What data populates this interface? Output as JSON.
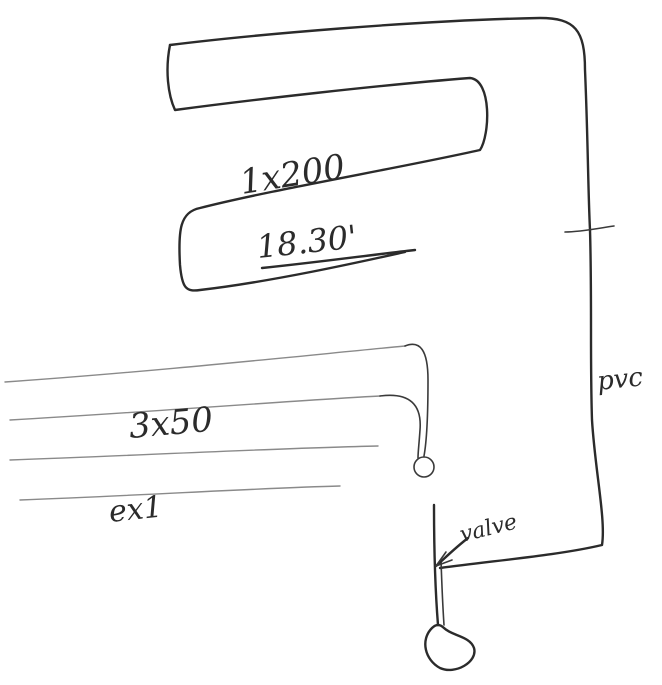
{
  "labels": {
    "panel_size": "1x200",
    "panel_length": "18.30'",
    "pipe_size": "3x50",
    "pipe_note": "ex1",
    "return_pipe": "pvc",
    "valve": "valve"
  }
}
